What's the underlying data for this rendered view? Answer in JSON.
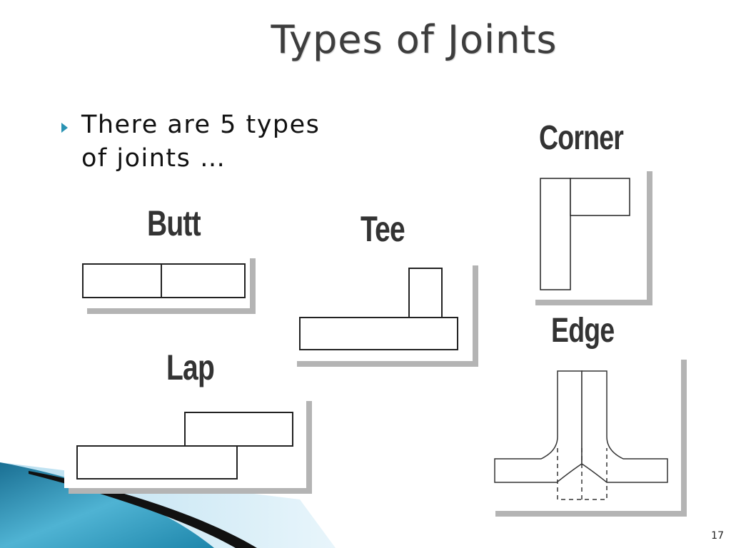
{
  "slide": {
    "title": "Types of Joints",
    "bullet": "There are 5 types of joints …",
    "page_number": "17"
  },
  "joints": {
    "butt": "Butt",
    "tee": "Tee",
    "corner": "Corner",
    "lap": "Lap",
    "edge": "Edge"
  },
  "colors": {
    "accent_blue": "#2a93b3",
    "panel_shadow": "#b4b4b4",
    "title_text": "#3d3d3d"
  }
}
